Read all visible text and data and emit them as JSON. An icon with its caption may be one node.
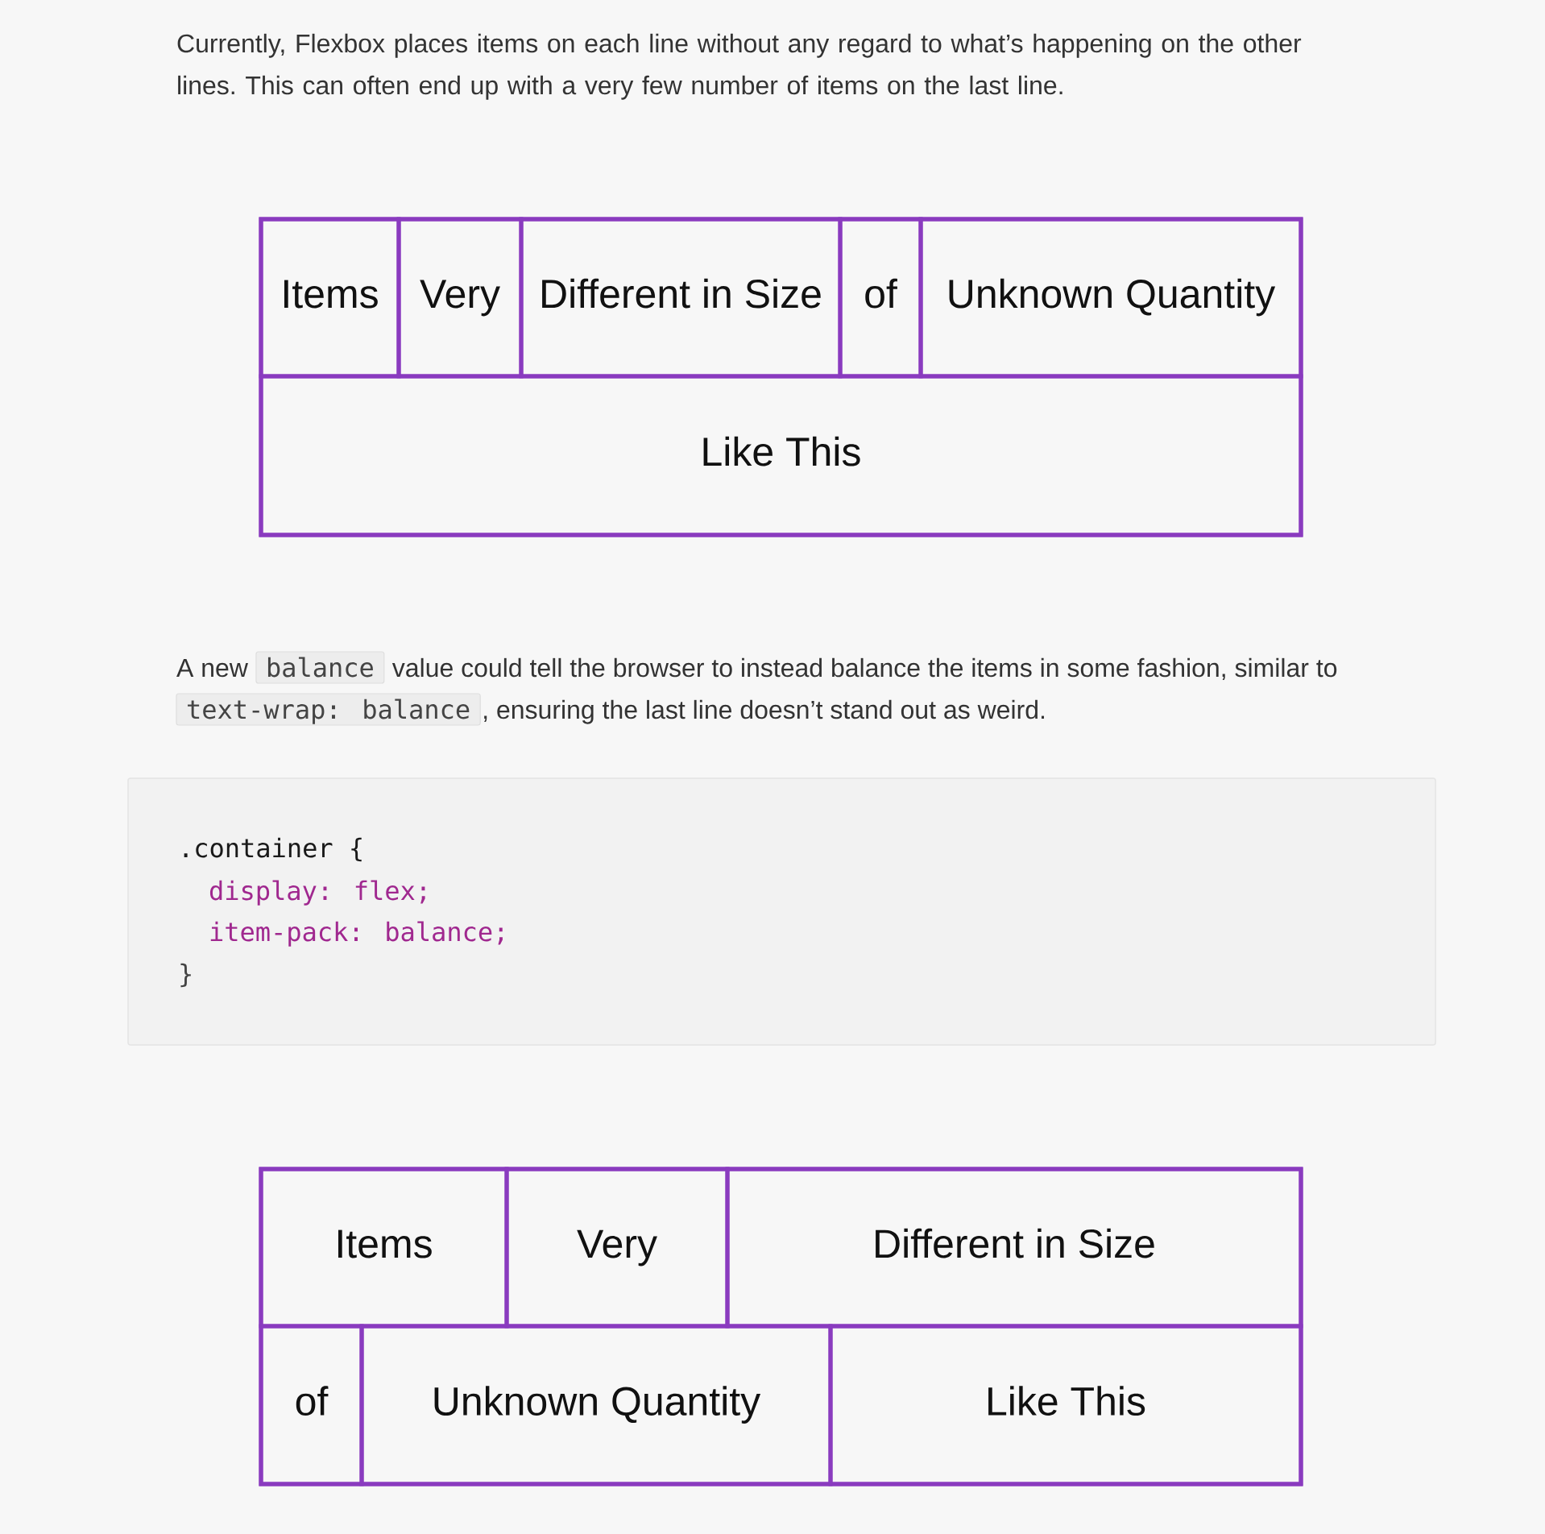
{
  "diagram": {
    "nodes": [
      {
        "text": [],
        "shape": "box"
      },
      {
        "text": [
          "Items"
        ],
        "in": 0
      },
      {
        "text": [
          "Very"
        ],
        "in": 0
      },
      {
        "text": [
          "Different in Size"
        ],
        "in": 0
      },
      {
        "text": [
          "of"
        ],
        "in": 0
      },
      {
        "text": [
          "Unknown Quantity"
        ],
        "in": 0
      },
      {
        "text": [
          "Like This"
        ],
        "in": 0
      },
      {
        "text": [
          "balance"
        ]
      },
      {
        "text": [
          "text-wrap: balance"
        ]
      },
      {
        "text": [
          ".container {",
          "display: flex;",
          "item-pack: balance;",
          "}"
        ]
      },
      {
        "text": [],
        "shape": "box"
      },
      {
        "text": [
          "Items"
        ],
        "in": 10
      },
      {
        "text": [
          "Very"
        ],
        "in": 10
      },
      {
        "text": [
          "Different in Size"
        ],
        "in": 10
      },
      {
        "text": [
          "of"
        ],
        "in": 10
      },
      {
        "text": [
          "Unknown Quantity"
        ],
        "in": 10
      },
      {
        "text": [
          "Like This"
        ],
        "in": 10
      }
    ],
    "labels": [
      "Currently, Flexbox places items on each line without any regard to what’s happening on the other lines. This can often end up with a very few number of items on the last line.",
      "A new",
      "value could tell the browser to instead balance the items in some fashion, similar to",
      ", ensuring the last line doesn’t stand out as weird."
    ]
  }
}
